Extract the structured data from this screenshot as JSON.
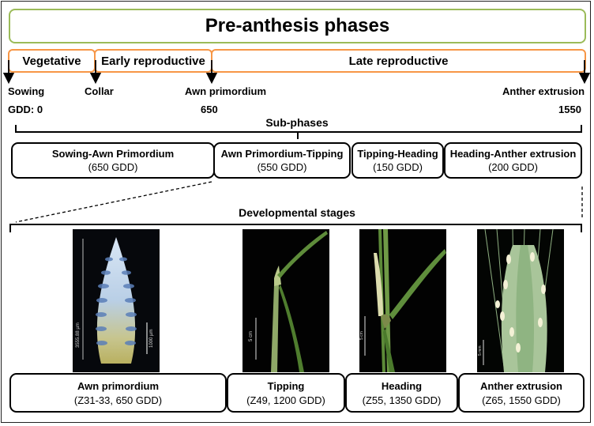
{
  "title": "Pre-anthesis phases",
  "phases": [
    {
      "label": "Vegetative"
    },
    {
      "label": "Early reproductive"
    },
    {
      "label": "Late reproductive"
    }
  ],
  "timeline": {
    "sowing": "Sowing",
    "gdd_start": "GDD: 0",
    "collar": "Collar",
    "awn_primordium": "Awn primordium",
    "gdd_awn": "650",
    "anther_extrusion": "Anther extrusion",
    "gdd_end": "1550"
  },
  "subphases_title": "Sub-phases",
  "subphases": [
    {
      "name": "Sowing-Awn Primordium",
      "value": "(650 GDD)"
    },
    {
      "name": "Awn Primordium-Tipping",
      "value": "(550 GDD)"
    },
    {
      "name": "Tipping-Heading",
      "value": "(150 GDD)"
    },
    {
      "name": "Heading-Anther extrusion",
      "value": "(200 GDD)"
    }
  ],
  "stages_title": "Developmental stages",
  "stages": [
    {
      "name": "Awn primordium",
      "value": "(Z31-33, 650 GDD)"
    },
    {
      "name": "Tipping",
      "value": "(Z49, 1200 GDD)"
    },
    {
      "name": "Heading",
      "value": "(Z55, 1350 GDD)"
    },
    {
      "name": "Anther extrusion",
      "value": "(Z65, 1550 GDD)"
    }
  ],
  "photo_scales": {
    "awn_primordium": [
      "1000 µm",
      "3555.88 µm"
    ],
    "tipping": "5 cm",
    "heading": "5 cm",
    "anther_extrusion": "5 mm"
  },
  "colors": {
    "title_border": "#9bbb59",
    "phase_border": "#f79646",
    "box_border": "#000000"
  }
}
